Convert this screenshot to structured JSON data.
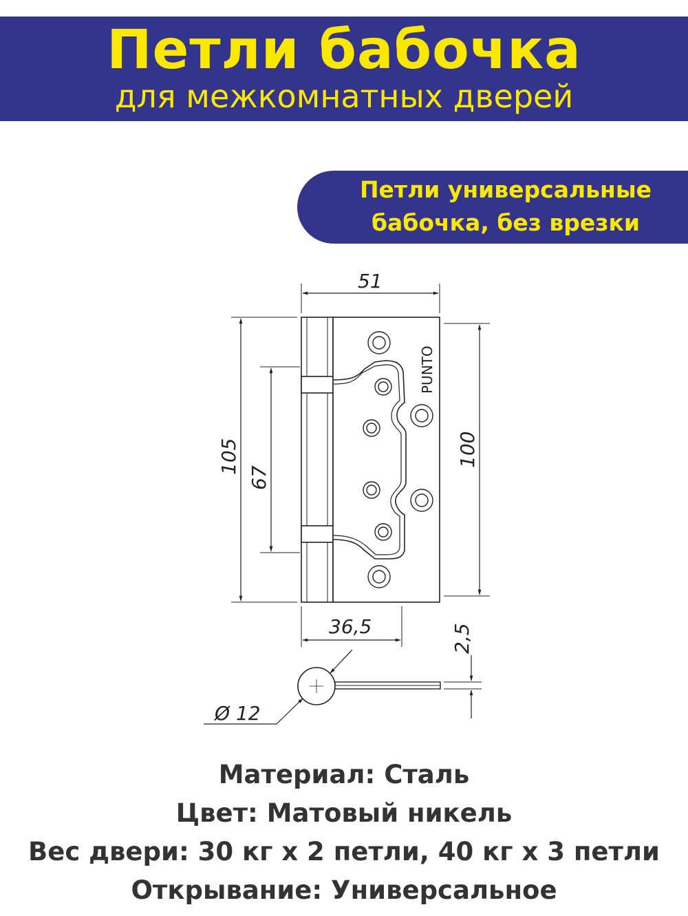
{
  "header": {
    "title": "Петли бабочка",
    "subtitle": "для межкомнатных дверей",
    "bg_color": "#35348b",
    "text_color": "#fbe800"
  },
  "badge": {
    "line1": "Петли универсальные",
    "line2": "бабочка, без врезки"
  },
  "drawing": {
    "brand": "PUNTO",
    "dim_width": "51",
    "dim_height_total": "105",
    "dim_between_knuckles": "67",
    "dim_plate_height": "100",
    "dim_plate_width": "36,5",
    "dim_thickness": "2,5",
    "dim_diameter": "Ø 12"
  },
  "specs": [
    "Материал: Сталь",
    "Цвет: Матовый никель",
    "Вес двери: 30 кг х 2 петли, 40 кг х 3 петли",
    "Открывание: Универсальное"
  ]
}
